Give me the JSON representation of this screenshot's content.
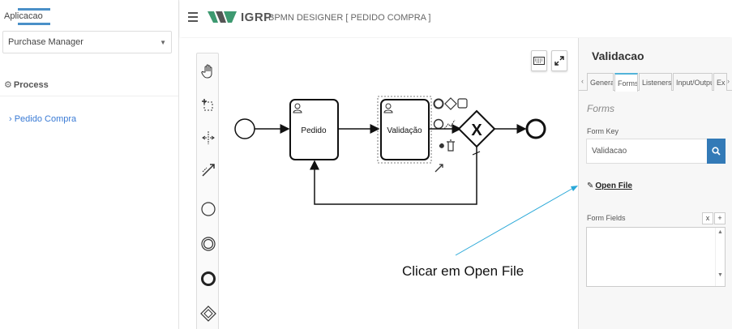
{
  "sidebar": {
    "app_label": "Aplicacao",
    "app_selected": "Purchase Manager",
    "process_heading": "Process",
    "process_item": "› Pedido Compra"
  },
  "header": {
    "brand": "IGRP",
    "subtitle": "BPMN DESIGNER [ PEDIDO COMPRA ]"
  },
  "diagram": {
    "task1_label": "Pedido",
    "task2_label": "Validação",
    "gateway_symbol": "X"
  },
  "annotation": "Clicar em Open File",
  "properties": {
    "title": "Validacao",
    "tabs": [
      "General",
      "Forms",
      "Listeners",
      "Input/Output",
      "Ex"
    ],
    "active_tab": "Forms",
    "forms_heading": "Forms",
    "form_key_label": "Form Key",
    "form_key_value": "Validacao",
    "open_file_label": "Open File",
    "form_fields_label": "Form Fields",
    "remove_label": "x",
    "add_label": "+"
  },
  "colors": {
    "accent": "#337ab7",
    "tab_accent": "#52b3d9",
    "arrow": "#29a8d8",
    "logo_green": "#3d9970"
  }
}
